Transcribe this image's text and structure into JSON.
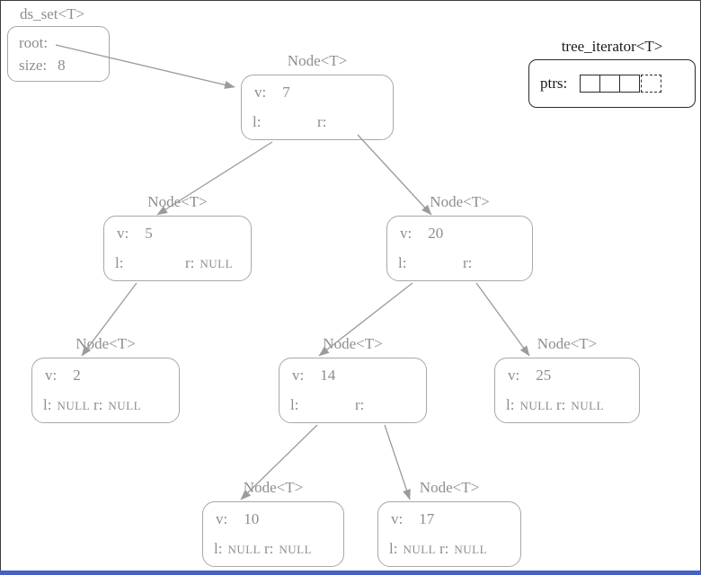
{
  "ds_set": {
    "title": "ds_set<T>",
    "root_label": "root:",
    "size_label": "size:",
    "size_value": "8"
  },
  "tree_iterator": {
    "title": "tree_iterator<T>",
    "ptrs_label": "ptrs:",
    "cell_count": 4,
    "last_cell_style": "dashed"
  },
  "nodes": [
    {
      "type_label": "Node<T>",
      "v_label": "v:",
      "value": "7",
      "l_label": "l:",
      "l_value": "",
      "r_label": "r:",
      "r_value": ""
    },
    {
      "type_label": "Node<T>",
      "v_label": "v:",
      "value": "5",
      "l_label": "l:",
      "l_value": "",
      "r_label": "r:",
      "r_value": "NULL"
    },
    {
      "type_label": "Node<T>",
      "v_label": "v:",
      "value": "20",
      "l_label": "l:",
      "l_value": "",
      "r_label": "r:",
      "r_value": ""
    },
    {
      "type_label": "Node<T>",
      "v_label": "v:",
      "value": "2",
      "l_label": "l:",
      "l_value": "NULL",
      "r_label": "r:",
      "r_value": "NULL"
    },
    {
      "type_label": "Node<T>",
      "v_label": "v:",
      "value": "14",
      "l_label": "l:",
      "l_value": "",
      "r_label": "r:",
      "r_value": ""
    },
    {
      "type_label": "Node<T>",
      "v_label": "v:",
      "value": "25",
      "l_label": "l:",
      "l_value": "NULL",
      "r_label": "r:",
      "r_value": "NULL"
    },
    {
      "type_label": "Node<T>",
      "v_label": "v:",
      "value": "10",
      "l_label": "l:",
      "l_value": "NULL",
      "r_label": "r:",
      "r_value": "NULL"
    },
    {
      "type_label": "Node<T>",
      "v_label": "v:",
      "value": "17",
      "l_label": "l:",
      "l_value": "NULL",
      "r_label": "r:",
      "r_value": "NULL"
    }
  ],
  "edges": [
    {
      "from": "root",
      "to": "node-7"
    },
    {
      "from": "node-7-l",
      "to": "node-5"
    },
    {
      "from": "node-7-r",
      "to": "node-20"
    },
    {
      "from": "node-5-l",
      "to": "node-2"
    },
    {
      "from": "node-20-l",
      "to": "node-14"
    },
    {
      "from": "node-20-r",
      "to": "node-25"
    },
    {
      "from": "node-14-l",
      "to": "node-10"
    },
    {
      "from": "node-14-r",
      "to": "node-17"
    }
  ],
  "colors": {
    "diagram_gray": "#8e8e8e",
    "border_gray": "#a8a8a8",
    "arrow_gray": "#9b9b9b",
    "iterator_black": "#1b1b1b",
    "bottom_bar_blue": "#4660c4"
  }
}
